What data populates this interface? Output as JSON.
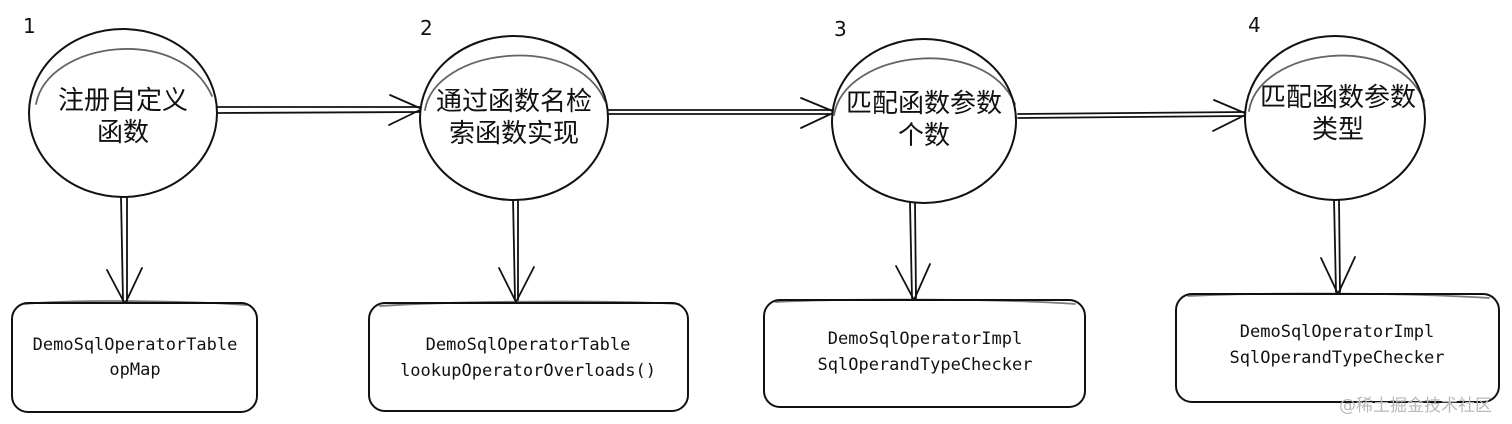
{
  "steps": [
    {
      "number": "1",
      "circle_lines": [
        "注册自定义",
        "函数"
      ],
      "box_lines": [
        "DemoSqlOperatorTable",
        "opMap"
      ]
    },
    {
      "number": "2",
      "circle_lines": [
        "通过函数名检",
        "索函数实现"
      ],
      "box_lines": [
        "DemoSqlOperatorTable",
        "lookupOperatorOverloads()"
      ]
    },
    {
      "number": "3",
      "circle_lines": [
        "匹配函数参数",
        "个数"
      ],
      "box_lines": [
        "DemoSqlOperatorImpl",
        "SqlOperandTypeChecker"
      ]
    },
    {
      "number": "4",
      "circle_lines": [
        "匹配函数参数",
        "类型"
      ],
      "box_lines": [
        "DemoSqlOperatorImpl",
        "SqlOperandTypeChecker"
      ]
    }
  ],
  "watermark": "@稀土掘金技术社区",
  "colors": {
    "ink": "#111111",
    "watermark": "#b9b9b9",
    "background": "#ffffff"
  }
}
